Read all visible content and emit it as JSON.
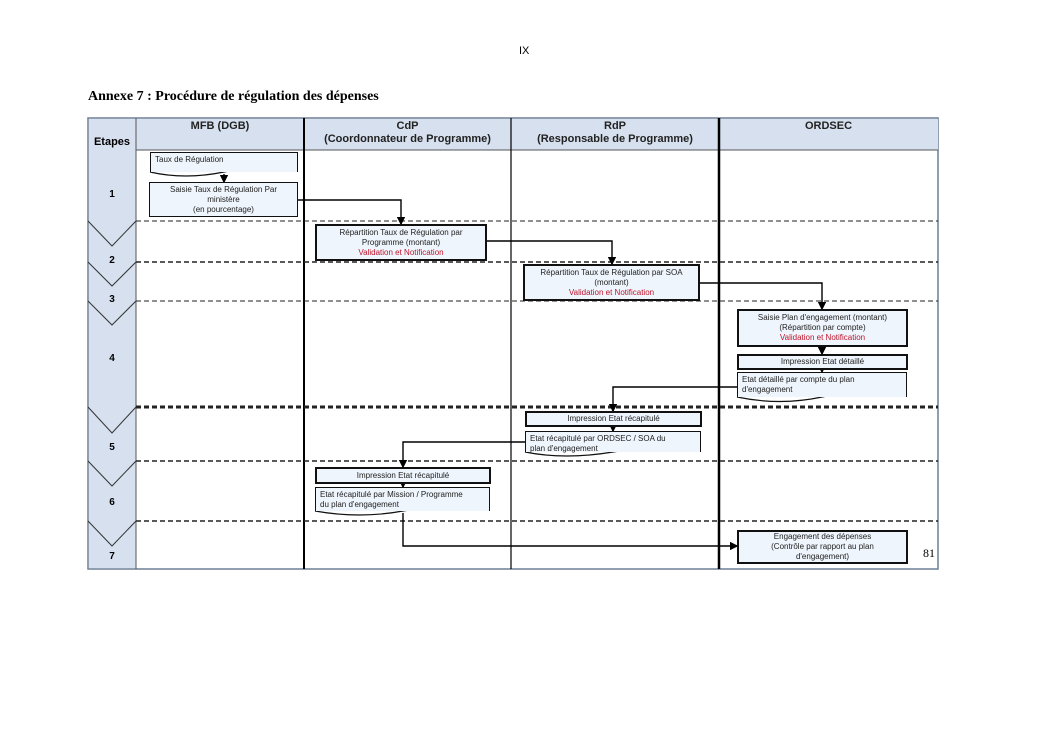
{
  "page_number": "IX",
  "title": "Annexe 7 : Procédure de régulation des dépenses",
  "columns": {
    "etapes": "Etapes",
    "mfb": {
      "line1": "MFB  (DGB)",
      "line2": ""
    },
    "cdp": {
      "line1": "CdP",
      "line2": "(Coordonnateur de Programme)"
    },
    "rdp": {
      "line1": "RdP",
      "line2": "(Responsable de Programme)"
    },
    "ordsec": {
      "line1": "ORDSEC",
      "line2": ""
    }
  },
  "steps": [
    "1",
    "2",
    "3",
    "4",
    "5",
    "6",
    "7"
  ],
  "boxes": {
    "taux": "Taux de Régulation",
    "saisie": {
      "l1": "Saisie Taux de Régulation Par",
      "l2": "ministère",
      "l3": "(en pourcentage)"
    },
    "rep_prog": {
      "l1": "Répartition Taux de Régulation par",
      "l2": "Programme (montant)",
      "l3": "Validation et Notification"
    },
    "rep_soa": {
      "l1": "Répartition Taux de Régulation par SOA",
      "l2": "(montant)",
      "l3": "Validation et Notification"
    },
    "plan": {
      "l1": "Saisie Plan d'engagement (montant)",
      "l2": "(Répartition par compte)",
      "l3": "Validation et Notification"
    },
    "imp_detail": "Impression Etat détaillé",
    "etat_detail": {
      "l1": "Etat détaillé par compte du plan",
      "l2": "d'engagement"
    },
    "imp_recap_rdp": "Impression Etat récapitulé",
    "etat_recap_ordsec": {
      "l1": "Etat récapitulé par ORDSEC / SOA du",
      "l2": "plan d'engagement"
    },
    "imp_recap_cdp": "Impression Etat récapitulé",
    "etat_recap_mission": {
      "l1": "Etat récapitulé par Mission / Programme",
      "l2": "du plan d'engagement"
    },
    "engagement": {
      "l1": "Engagement des dépenses",
      "l2": "(Contrôle par rapport au plan",
      "l3": "d'engagement)"
    }
  },
  "footer_page": "81",
  "colors": {
    "header_bg": "#d6e0ef",
    "box_bg": "#eef5fc",
    "accent_red": "#c0142a"
  }
}
